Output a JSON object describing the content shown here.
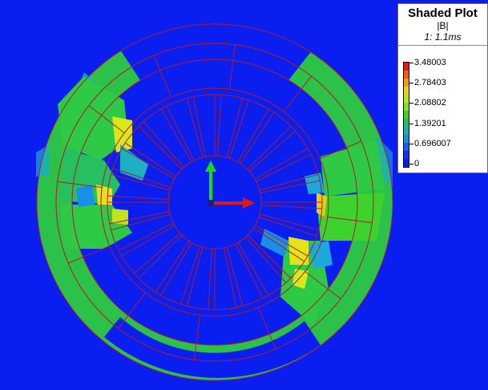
{
  "legend": {
    "title": "Shaded Plot",
    "quantity": "|B|",
    "time": "1: 1.1ms",
    "ticks": [
      "3.48003",
      "2.78403",
      "2.08802",
      "1.39201",
      "0.696007",
      "0"
    ],
    "color_scale": [
      "#e51a12",
      "#f45a12",
      "#f79a15",
      "#e8d21c",
      "#b9e41c",
      "#7fe025",
      "#3fd22f",
      "#1cc063",
      "#16b2a8",
      "#1893d8",
      "#1760ef",
      "#1532f2",
      "#0b1ef0"
    ]
  },
  "colors": {
    "background": "#0b1ef0",
    "low_field": "#1a8fe6",
    "mid_field": "#2fca45",
    "high_field": "#f0e41a",
    "mesh_line": "#b01c2a",
    "axis_y": "#18d818",
    "axis_x": "#e01818"
  },
  "axes": {
    "x_icon": "x-axis-arrow-icon",
    "y_icon": "y-axis-arrow-icon"
  }
}
